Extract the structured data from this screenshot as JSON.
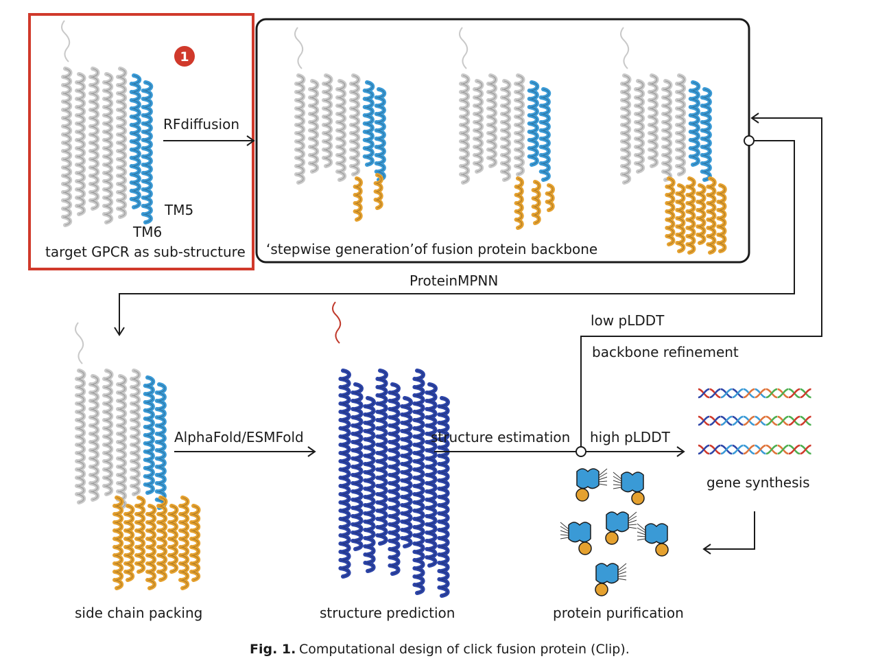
{
  "badge": {
    "number": "1"
  },
  "step1": {
    "method": "RFdiffusion",
    "tm5": "TM5",
    "tm6": "TM6",
    "caption": "target GPCR as sub-structure"
  },
  "step2": {
    "caption": "‘stepwise generation’of fusion protein backbone"
  },
  "proteinmpnn": "ProteinMPNN",
  "feedback": {
    "low": "low pLDDT",
    "refine": "backbone refinement"
  },
  "predict": {
    "method": "AlphaFold/ESMFold",
    "estimation": "structure estimation",
    "high": "high pLDDT"
  },
  "labels": {
    "side_chain": "side chain packing",
    "structure_prediction": "structure prediction",
    "purification": "protein purification",
    "gene_synthesis": "gene synthesis"
  },
  "caption": {
    "label": "Fig. 1.",
    "text": "Computational design of click fusion protein (Clip)."
  },
  "colors": {
    "red": "#d0392b",
    "gray": "#c9c9c9",
    "blue": "#3a9ad6",
    "orange": "#e5a12f",
    "navy": "#2d45a8"
  }
}
